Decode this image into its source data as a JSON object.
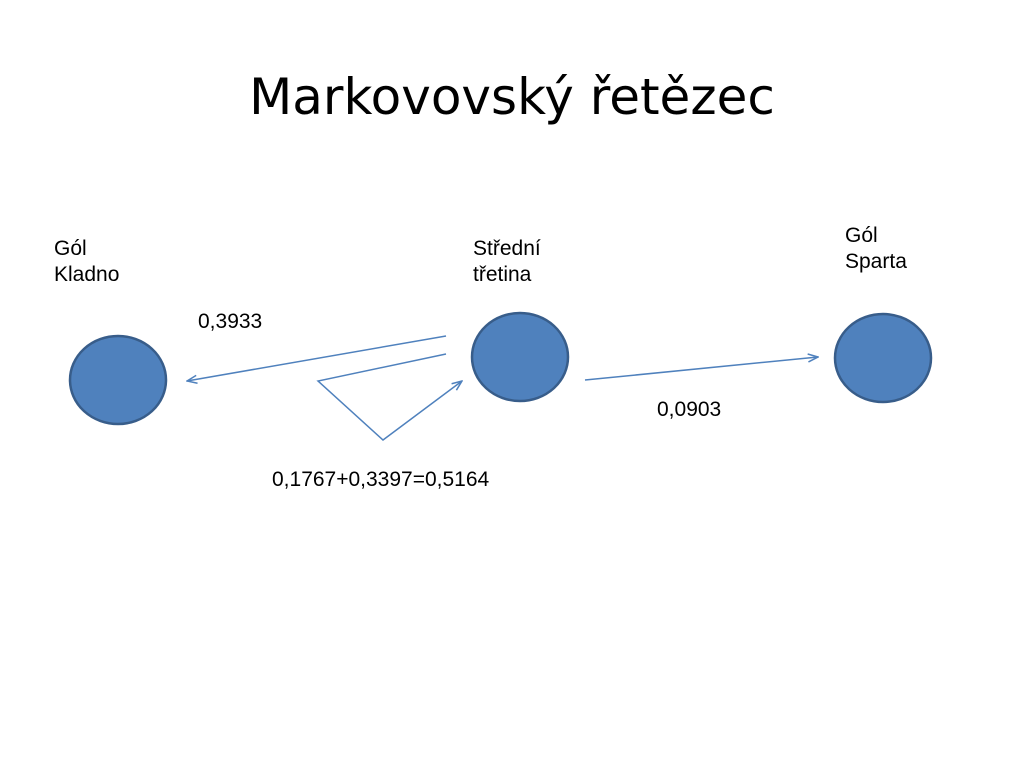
{
  "title": "Markovovský řetězec",
  "states": {
    "kladno": {
      "line1": "Gól",
      "line2": "Kladno"
    },
    "middle": {
      "line1": "Střední",
      "line2": "třetina"
    },
    "sparta": {
      "line1": "Gól",
      "line2": "Sparta"
    }
  },
  "transitions": {
    "to_kladno": "0,3933",
    "to_sparta": "0,0903",
    "self_loop": "0,1767+0,3397=0,5164"
  },
  "colors": {
    "node_fill": "#4F81BD",
    "node_stroke": "#385D8A",
    "arrow": "#4F81BD"
  }
}
